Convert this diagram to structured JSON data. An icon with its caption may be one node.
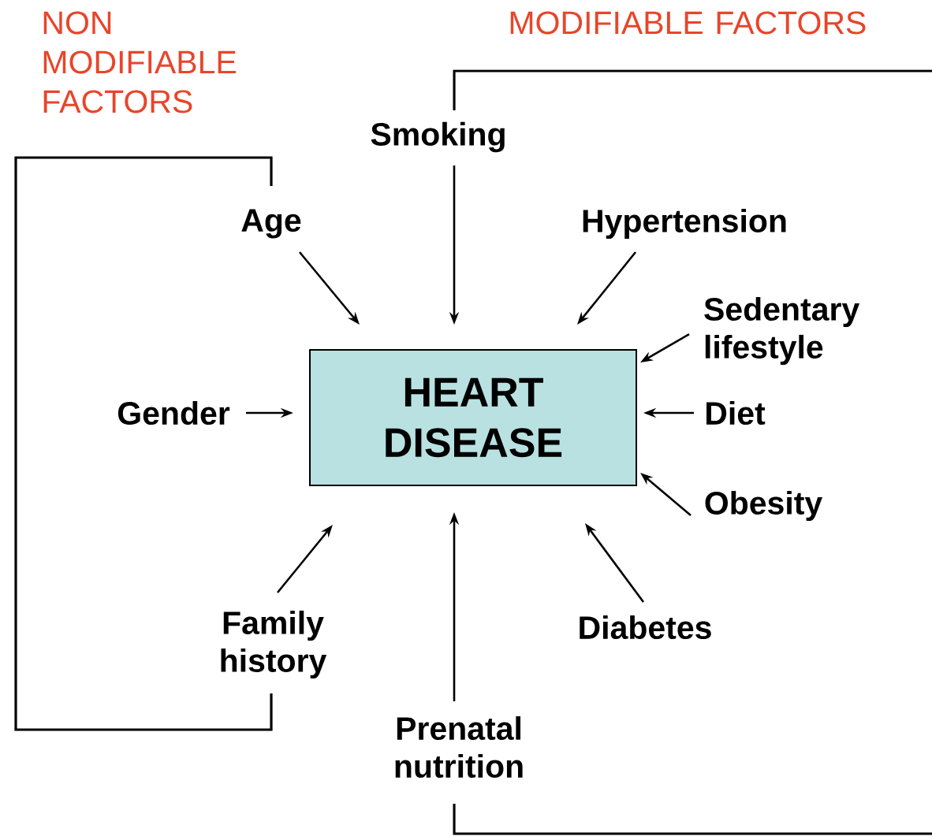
{
  "diagram": {
    "nodes": [
      {
        "text": [
          "HEART DISEASE"
        ]
      },
      {
        "text": [
          "Age"
        ]
      },
      {
        "text": [
          "Smoking"
        ]
      },
      {
        "text": [
          "Hypertension"
        ]
      },
      {
        "text": [
          "Sedentary lifestyle"
        ]
      },
      {
        "text": [
          "Gender"
        ]
      },
      {
        "text": [
          "Diet"
        ]
      },
      {
        "text": [
          "Obesity"
        ]
      },
      {
        "text": [
          "Family history"
        ]
      },
      {
        "text": [
          "Diabetes"
        ]
      },
      {
        "text": [
          "Prenatal nutrition"
        ]
      }
    ],
    "edges": [
      {
        "from": 1,
        "to": 0,
        "arrow": "to"
      },
      {
        "from": 2,
        "to": 0,
        "arrow": "to"
      },
      {
        "from": 3,
        "to": 0,
        "arrow": "to"
      },
      {
        "from": 4,
        "to": 0,
        "arrow": "to"
      },
      {
        "from": 5,
        "to": 0,
        "arrow": "to"
      },
      {
        "from": 6,
        "to": 0,
        "arrow": "to"
      },
      {
        "from": 7,
        "to": 0,
        "arrow": "to"
      },
      {
        "from": 8,
        "to": 0,
        "arrow": "to"
      },
      {
        "from": 9,
        "to": 0,
        "arrow": "to"
      },
      {
        "from": 10,
        "to": 0,
        "arrow": "to"
      }
    ],
    "labels": [
      "NON MODIFIABLE FACTORS",
      "MODIFIABLE FACTORS"
    ]
  }
}
